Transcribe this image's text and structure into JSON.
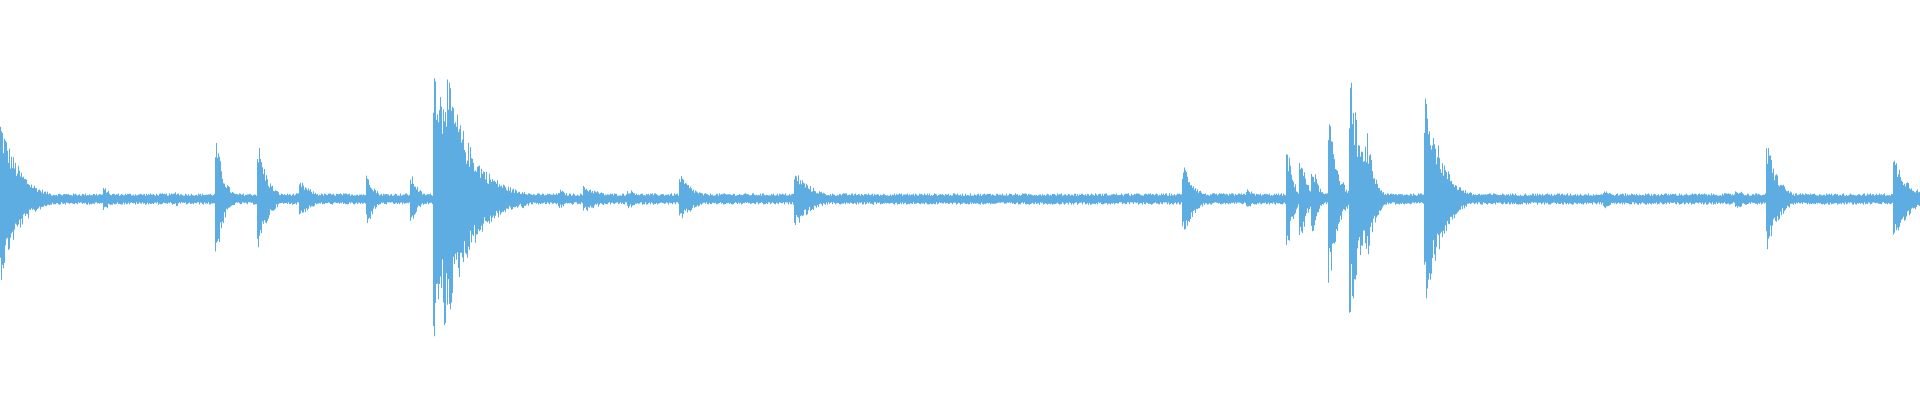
{
  "waveform": {
    "color": "#5dade2",
    "background": "#ffffff",
    "baseline_amplitude": 0.03,
    "peaks": [
      {
        "t": 0.0,
        "amp": 0.45,
        "decay": 0.01
      },
      {
        "t": 0.055,
        "amp": 0.06,
        "decay": 0.004
      },
      {
        "t": 0.092,
        "amp": 0.04,
        "decay": 0.004
      },
      {
        "t": 0.113,
        "amp": 0.3,
        "decay": 0.004
      },
      {
        "t": 0.135,
        "amp": 0.28,
        "decay": 0.005
      },
      {
        "t": 0.157,
        "amp": 0.09,
        "decay": 0.008
      },
      {
        "t": 0.192,
        "amp": 0.13,
        "decay": 0.004
      },
      {
        "t": 0.215,
        "amp": 0.12,
        "decay": 0.004
      },
      {
        "t": 0.227,
        "amp": 0.75,
        "decay": 0.01
      },
      {
        "t": 0.232,
        "amp": 0.7,
        "decay": 0.014
      },
      {
        "t": 0.273,
        "amp": 0.05,
        "decay": 0.006
      },
      {
        "t": 0.292,
        "amp": 0.05,
        "decay": 0.006
      },
      {
        "t": 0.305,
        "amp": 0.07,
        "decay": 0.012
      },
      {
        "t": 0.328,
        "amp": 0.05,
        "decay": 0.01
      },
      {
        "t": 0.355,
        "amp": 0.12,
        "decay": 0.008
      },
      {
        "t": 0.415,
        "amp": 0.14,
        "decay": 0.01
      },
      {
        "t": 0.455,
        "amp": 0.03,
        "decay": 0.012
      },
      {
        "t": 0.617,
        "amp": 0.18,
        "decay": 0.006
      },
      {
        "t": 0.65,
        "amp": 0.06,
        "decay": 0.004
      },
      {
        "t": 0.671,
        "amp": 0.25,
        "decay": 0.003
      },
      {
        "t": 0.678,
        "amp": 0.22,
        "decay": 0.003
      },
      {
        "t": 0.684,
        "amp": 0.18,
        "decay": 0.003
      },
      {
        "t": 0.693,
        "amp": 0.45,
        "decay": 0.004
      },
      {
        "t": 0.704,
        "amp": 0.62,
        "decay": 0.006
      },
      {
        "t": 0.712,
        "amp": 0.35,
        "decay": 0.004
      },
      {
        "t": 0.743,
        "amp": 0.6,
        "decay": 0.008
      },
      {
        "t": 0.836,
        "amp": 0.05,
        "decay": 0.006
      },
      {
        "t": 0.905,
        "amp": 0.05,
        "decay": 0.008
      },
      {
        "t": 0.921,
        "amp": 0.28,
        "decay": 0.006
      },
      {
        "t": 0.987,
        "amp": 0.22,
        "decay": 0.008
      }
    ]
  }
}
